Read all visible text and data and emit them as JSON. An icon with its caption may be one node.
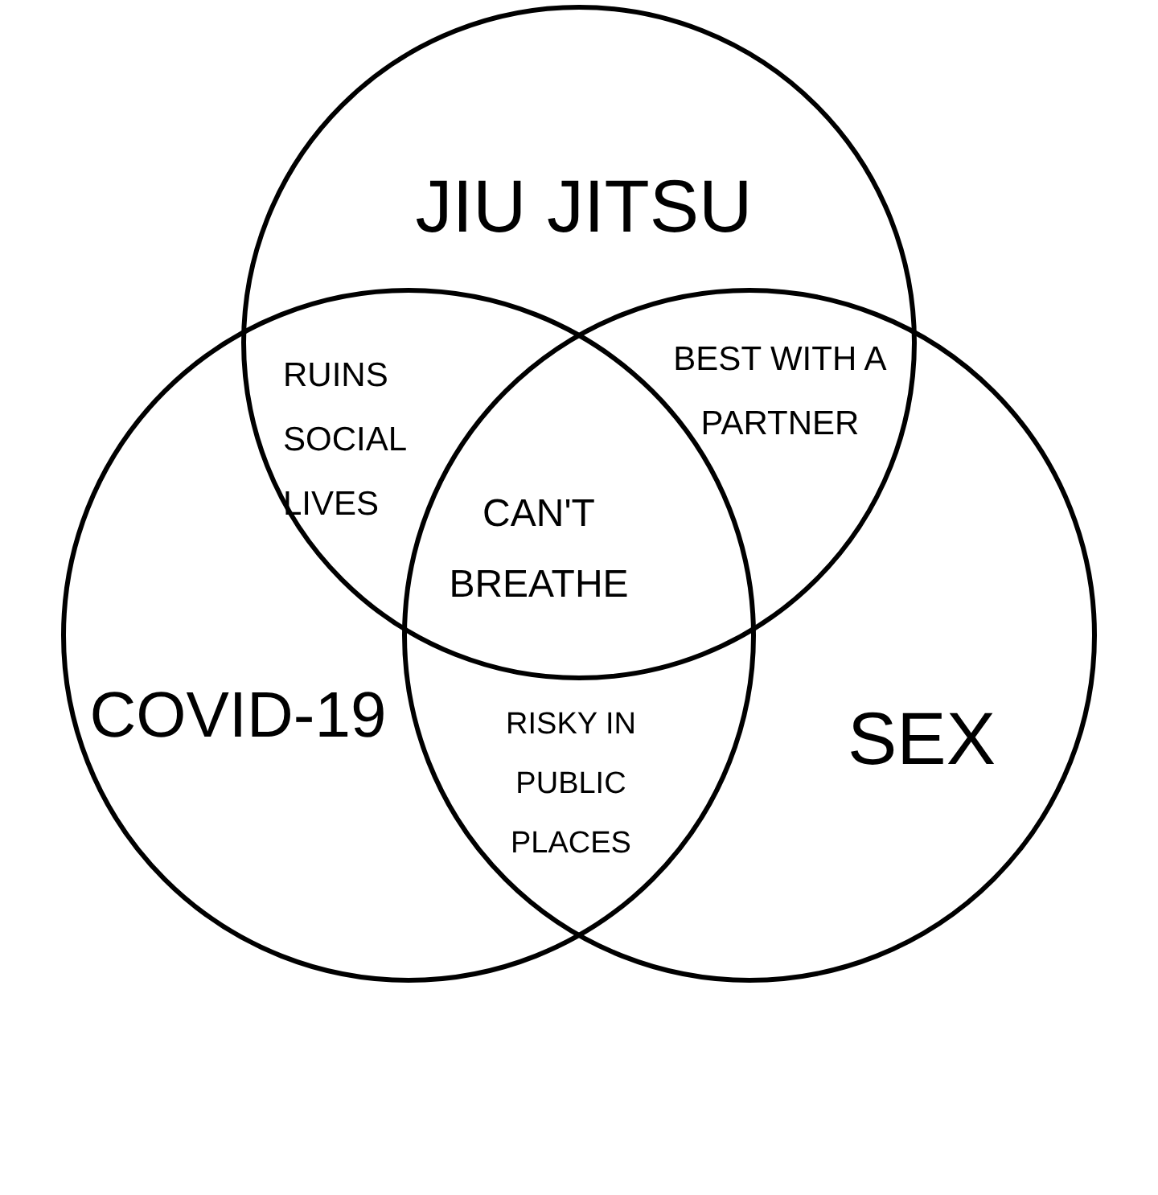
{
  "diagram": {
    "nodes": [
      {
        "text": [
          "JIU JITSU"
        ]
      },
      {
        "text": [
          "COVID-19"
        ]
      },
      {
        "text": [
          "SEX"
        ]
      }
    ],
    "edges": [],
    "labels": [
      "RUINS SOCIAL LIVES",
      "BEST WITH A PARTNER",
      "CAN'T BREATHE",
      "RISKY IN PUBLIC PLACES"
    ]
  }
}
